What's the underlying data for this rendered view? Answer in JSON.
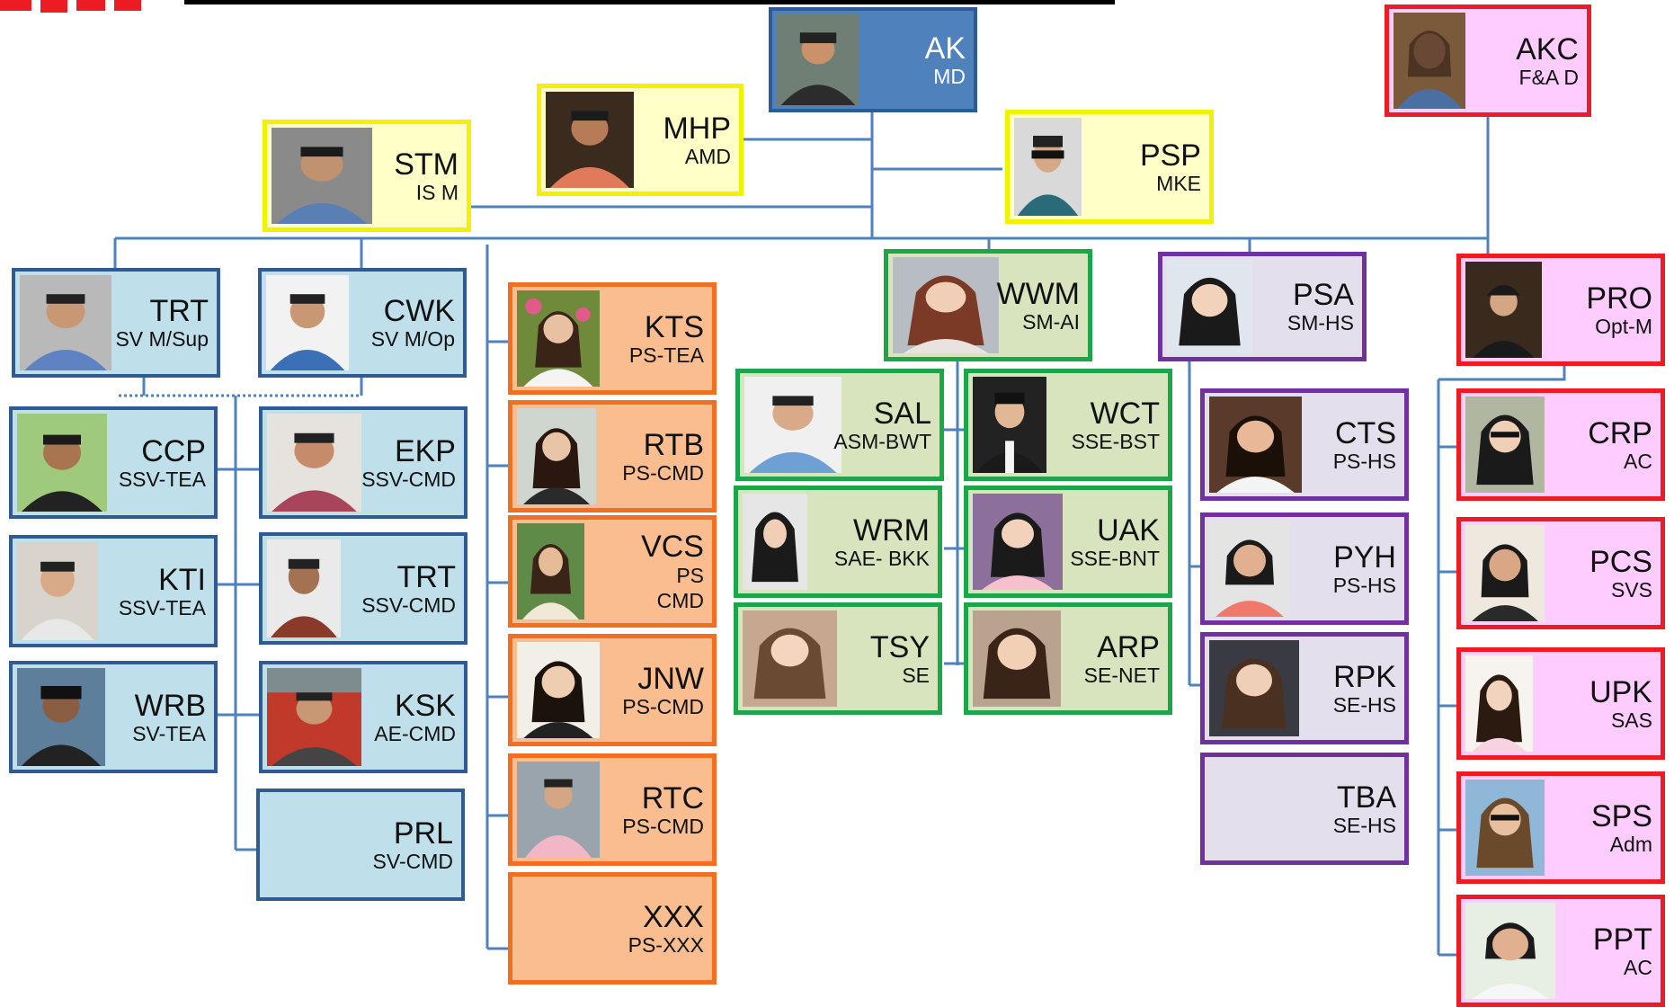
{
  "colors": {
    "line": "#4f81bd",
    "blue_fill": "#bfe0ea",
    "blue_border": "#2f5b94",
    "orange_fill": "#f9bd90",
    "orange_border": "#f26f21",
    "green_fill": "#d7e4bd",
    "green_border": "#1ca64a",
    "purple_fill": "#e4dfec",
    "purple_border": "#7030a0",
    "pink_fill": "#ffccff",
    "red_border": "#ed1c24",
    "yellow_fill": "#ffffc8",
    "yellow_border": "#f2f200",
    "md_fill": "#4f81bd",
    "logo": "#ed1c24"
  },
  "nodes": {
    "ak": {
      "code": "AK",
      "role": "MD"
    },
    "akc": {
      "code": "AKC",
      "role": "F&A D"
    },
    "mhp": {
      "code": "MHP",
      "role": "AMD"
    },
    "stm": {
      "code": "STM",
      "role": "IS M"
    },
    "psp": {
      "code": "PSP",
      "role": "MKE"
    },
    "trt1": {
      "code": "TRT",
      "role": "SV M/Sup"
    },
    "cwk": {
      "code": "CWK",
      "role": "SV M/Op"
    },
    "ccp": {
      "code": "CCP",
      "role": "SSV-TEA"
    },
    "kti": {
      "code": "KTI",
      "role": "SSV-TEA"
    },
    "wrb": {
      "code": "WRB",
      "role": "SV-TEA"
    },
    "ekp": {
      "code": "EKP",
      "role": "SSV-CMD"
    },
    "trt2": {
      "code": "TRT",
      "role": "SSV-CMD"
    },
    "ksk": {
      "code": "KSK",
      "role": "AE-CMD"
    },
    "prl": {
      "code": "PRL",
      "role": "SV-CMD"
    },
    "kts": {
      "code": "KTS",
      "role": "PS-TEA"
    },
    "rtb": {
      "code": "RTB",
      "role": "PS-CMD"
    },
    "vcs": {
      "code": "VCS",
      "role": "PS",
      "role2": "CMD"
    },
    "jnw": {
      "code": "JNW",
      "role": "PS-CMD"
    },
    "rtc": {
      "code": "RTC",
      "role": "PS-CMD"
    },
    "xxx": {
      "code": "XXX",
      "role": "PS-XXX"
    },
    "wwm": {
      "code": "WWM",
      "role": "SM-AI"
    },
    "sal": {
      "code": "SAL",
      "role": "ASM-BWT"
    },
    "wct": {
      "code": "WCT",
      "role": "SSE-BST"
    },
    "wrm": {
      "code": "WRM",
      "role": "SAE- BKK"
    },
    "uak": {
      "code": "UAK",
      "role": "SSE-BNT"
    },
    "tsy": {
      "code": "TSY",
      "role": "SE"
    },
    "arp": {
      "code": "ARP",
      "role": "SE-NET"
    },
    "psa": {
      "code": "PSA",
      "role": "SM-HS"
    },
    "cts": {
      "code": "CTS",
      "role": "PS-HS"
    },
    "pyh": {
      "code": "PYH",
      "role": "PS-HS"
    },
    "rpk": {
      "code": "RPK",
      "role": "SE-HS"
    },
    "tba": {
      "code": "TBA",
      "role": "SE-HS"
    },
    "pro": {
      "code": "PRO",
      "role": "Opt-M"
    },
    "crp": {
      "code": "CRP",
      "role": "AC"
    },
    "pcs": {
      "code": "PCS",
      "role": "SVS"
    },
    "upk": {
      "code": "UPK",
      "role": "SAS"
    },
    "sps": {
      "code": "SPS",
      "role": "Adm"
    },
    "ppt": {
      "code": "PPT",
      "role": "AC"
    }
  }
}
